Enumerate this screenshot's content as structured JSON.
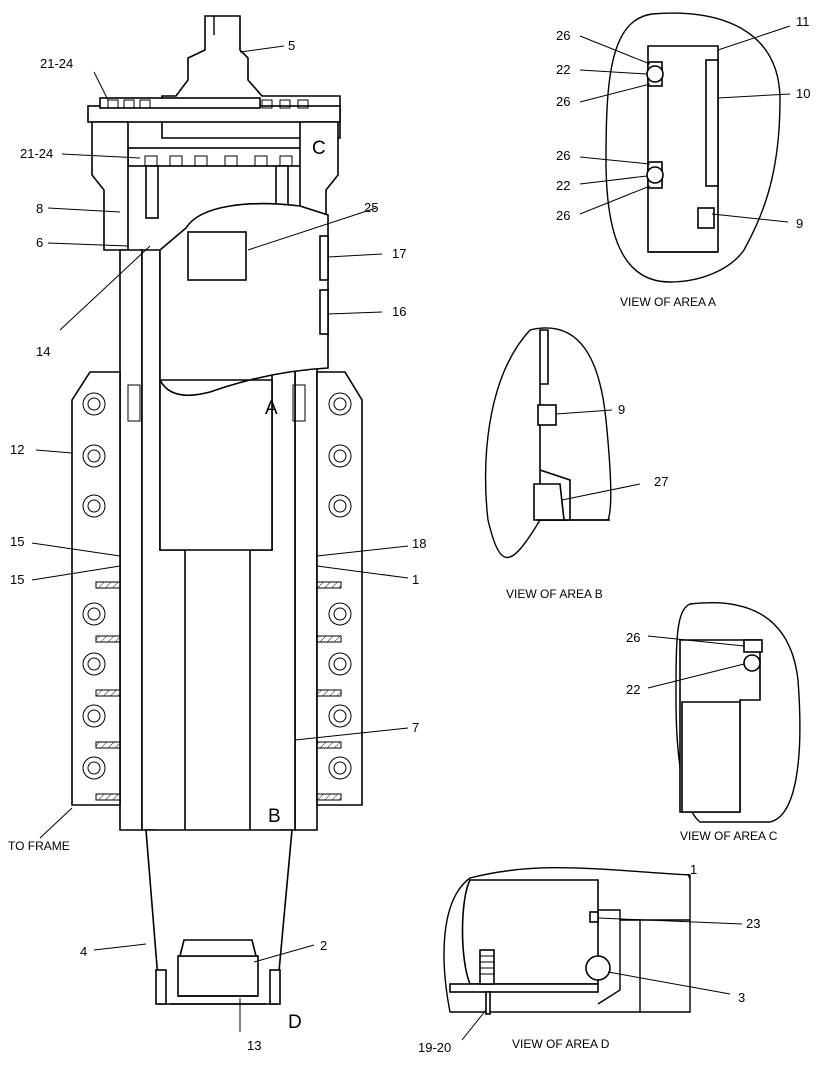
{
  "main_callouts": {
    "c5": "5",
    "c21_24_top": "21-24",
    "c21_24_mid": "21-24",
    "c8": "8",
    "c6": "6",
    "c14": "14",
    "c25": "25",
    "c17": "17",
    "c16": "16",
    "c12": "12",
    "c15a": "15",
    "c15b": "15",
    "c18": "18",
    "c1": "1",
    "c7": "7",
    "c4": "4",
    "c2": "2",
    "c13": "13"
  },
  "area_letters": {
    "a": "A",
    "b": "B",
    "c": "C",
    "d": "D"
  },
  "to_frame": "TO FRAME",
  "view_a": {
    "title": "VIEW OF AREA A",
    "c26a": "26",
    "c22a": "22",
    "c26b": "26",
    "c26c": "26",
    "c22b": "22",
    "c26d": "26",
    "c11": "11",
    "c10": "10",
    "c9": "9"
  },
  "view_b": {
    "title": "VIEW OF AREA B",
    "c9": "9",
    "c27": "27"
  },
  "view_c": {
    "title": "VIEW OF AREA C",
    "c26": "26",
    "c22": "22"
  },
  "view_d": {
    "title": "VIEW OF AREA D",
    "c1": "1",
    "c23": "23",
    "c3": "3",
    "c19_20": "19-20"
  }
}
